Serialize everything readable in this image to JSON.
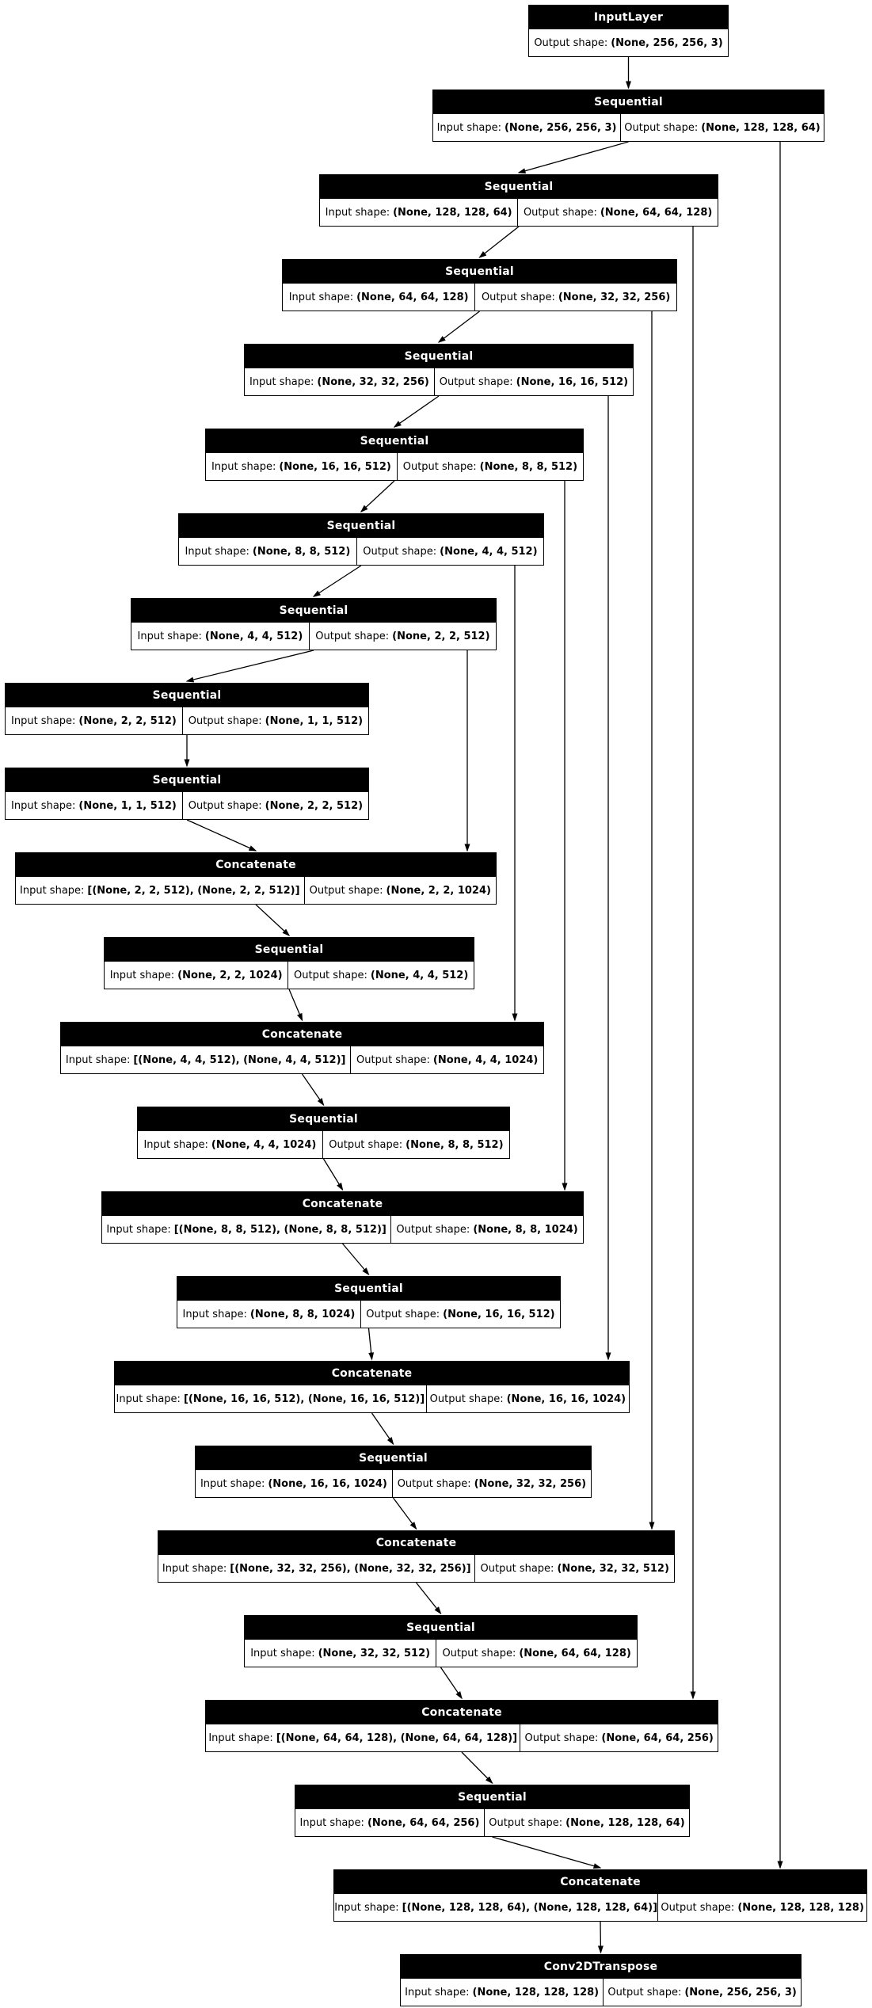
{
  "diagram": {
    "kind": "keras-model-architecture-graph",
    "labels": {
      "input_prefix": "Input shape:",
      "output_prefix": "Output shape:"
    },
    "colors": {
      "node_header_bg": "#000000",
      "node_header_text": "#ffffff",
      "node_body_bg": "#ffffff",
      "node_body_text": "#000000",
      "edge": "#000000",
      "page_bg": "#ffffff"
    },
    "nodes": [
      {
        "name": "InputLayer",
        "output": "(None, 256, 256, 3)"
      },
      {
        "name": "Sequential",
        "input": "(None, 256, 256, 3)",
        "output": "(None, 128, 128, 64)"
      },
      {
        "name": "Sequential",
        "input": "(None, 128, 128, 64)",
        "output": "(None, 64, 64, 128)"
      },
      {
        "name": "Sequential",
        "input": "(None, 64, 64, 128)",
        "output": "(None, 32, 32, 256)"
      },
      {
        "name": "Sequential",
        "input": "(None, 32, 32, 256)",
        "output": "(None, 16, 16, 512)"
      },
      {
        "name": "Sequential",
        "input": "(None, 16, 16, 512)",
        "output": "(None, 8, 8, 512)"
      },
      {
        "name": "Sequential",
        "input": "(None, 8, 8, 512)",
        "output": "(None, 4, 4, 512)"
      },
      {
        "name": "Sequential",
        "input": "(None, 4, 4, 512)",
        "output": "(None, 2, 2, 512)"
      },
      {
        "name": "Sequential",
        "input": "(None, 2, 2, 512)",
        "output": "(None, 1, 1, 512)"
      },
      {
        "name": "Sequential",
        "input": "(None, 1, 1, 512)",
        "output": "(None, 2, 2, 512)"
      },
      {
        "name": "Concatenate",
        "input": "[(None, 2, 2, 512), (None, 2, 2, 512)]",
        "output": "(None, 2, 2, 1024)"
      },
      {
        "name": "Sequential",
        "input": "(None, 2, 2, 1024)",
        "output": "(None, 4, 4, 512)"
      },
      {
        "name": "Concatenate",
        "input": "[(None, 4, 4, 512), (None, 4, 4, 512)]",
        "output": "(None, 4, 4, 1024)"
      },
      {
        "name": "Sequential",
        "input": "(None, 4, 4, 1024)",
        "output": "(None, 8, 8, 512)"
      },
      {
        "name": "Concatenate",
        "input": "[(None, 8, 8, 512), (None, 8, 8, 512)]",
        "output": "(None, 8, 8, 1024)"
      },
      {
        "name": "Sequential",
        "input": "(None, 8, 8, 1024)",
        "output": "(None, 16, 16, 512)"
      },
      {
        "name": "Concatenate",
        "input": "[(None, 16, 16, 512), (None, 16, 16, 512)]",
        "output": "(None, 16, 16, 1024)"
      },
      {
        "name": "Sequential",
        "input": "(None, 16, 16, 1024)",
        "output": "(None, 32, 32, 256)"
      },
      {
        "name": "Concatenate",
        "input": "[(None, 32, 32, 256), (None, 32, 32, 256)]",
        "output": "(None, 32, 32, 512)"
      },
      {
        "name": "Sequential",
        "input": "(None, 32, 32, 512)",
        "output": "(None, 64, 64, 128)"
      },
      {
        "name": "Concatenate",
        "input": "[(None, 64, 64, 128), (None, 64, 64, 128)]",
        "output": "(None, 64, 64, 256)"
      },
      {
        "name": "Sequential",
        "input": "(None, 64, 64, 256)",
        "output": "(None, 128, 128, 64)"
      },
      {
        "name": "Concatenate",
        "input": "[(None, 128, 128, 64), (None, 128, 128, 64)]",
        "output": "(None, 128, 128, 128)"
      },
      {
        "name": "Conv2DTranspose",
        "input": "(None, 128, 128, 128)",
        "output": "(None, 256, 256, 3)"
      }
    ],
    "edges": [
      {
        "from": 0,
        "to": 1
      },
      {
        "from": 1,
        "to": 2
      },
      {
        "from": 2,
        "to": 3
      },
      {
        "from": 3,
        "to": 4
      },
      {
        "from": 4,
        "to": 5
      },
      {
        "from": 5,
        "to": 6
      },
      {
        "from": 6,
        "to": 7
      },
      {
        "from": 7,
        "to": 8
      },
      {
        "from": 8,
        "to": 9
      },
      {
        "from": 9,
        "to": 10
      },
      {
        "from": 10,
        "to": 11
      },
      {
        "from": 11,
        "to": 12
      },
      {
        "from": 12,
        "to": 13
      },
      {
        "from": 13,
        "to": 14
      },
      {
        "from": 14,
        "to": 15
      },
      {
        "from": 15,
        "to": 16
      },
      {
        "from": 16,
        "to": 17
      },
      {
        "from": 17,
        "to": 18
      },
      {
        "from": 18,
        "to": 19
      },
      {
        "from": 19,
        "to": 20
      },
      {
        "from": 20,
        "to": 21
      },
      {
        "from": 21,
        "to": 22
      },
      {
        "from": 22,
        "to": 23
      },
      {
        "from": 7,
        "to": 10,
        "skip": true
      },
      {
        "from": 6,
        "to": 12,
        "skip": true
      },
      {
        "from": 5,
        "to": 14,
        "skip": true
      },
      {
        "from": 4,
        "to": 16,
        "skip": true
      },
      {
        "from": 3,
        "to": 18,
        "skip": true
      },
      {
        "from": 2,
        "to": 20,
        "skip": true
      },
      {
        "from": 1,
        "to": 22,
        "skip": true
      }
    ]
  }
}
